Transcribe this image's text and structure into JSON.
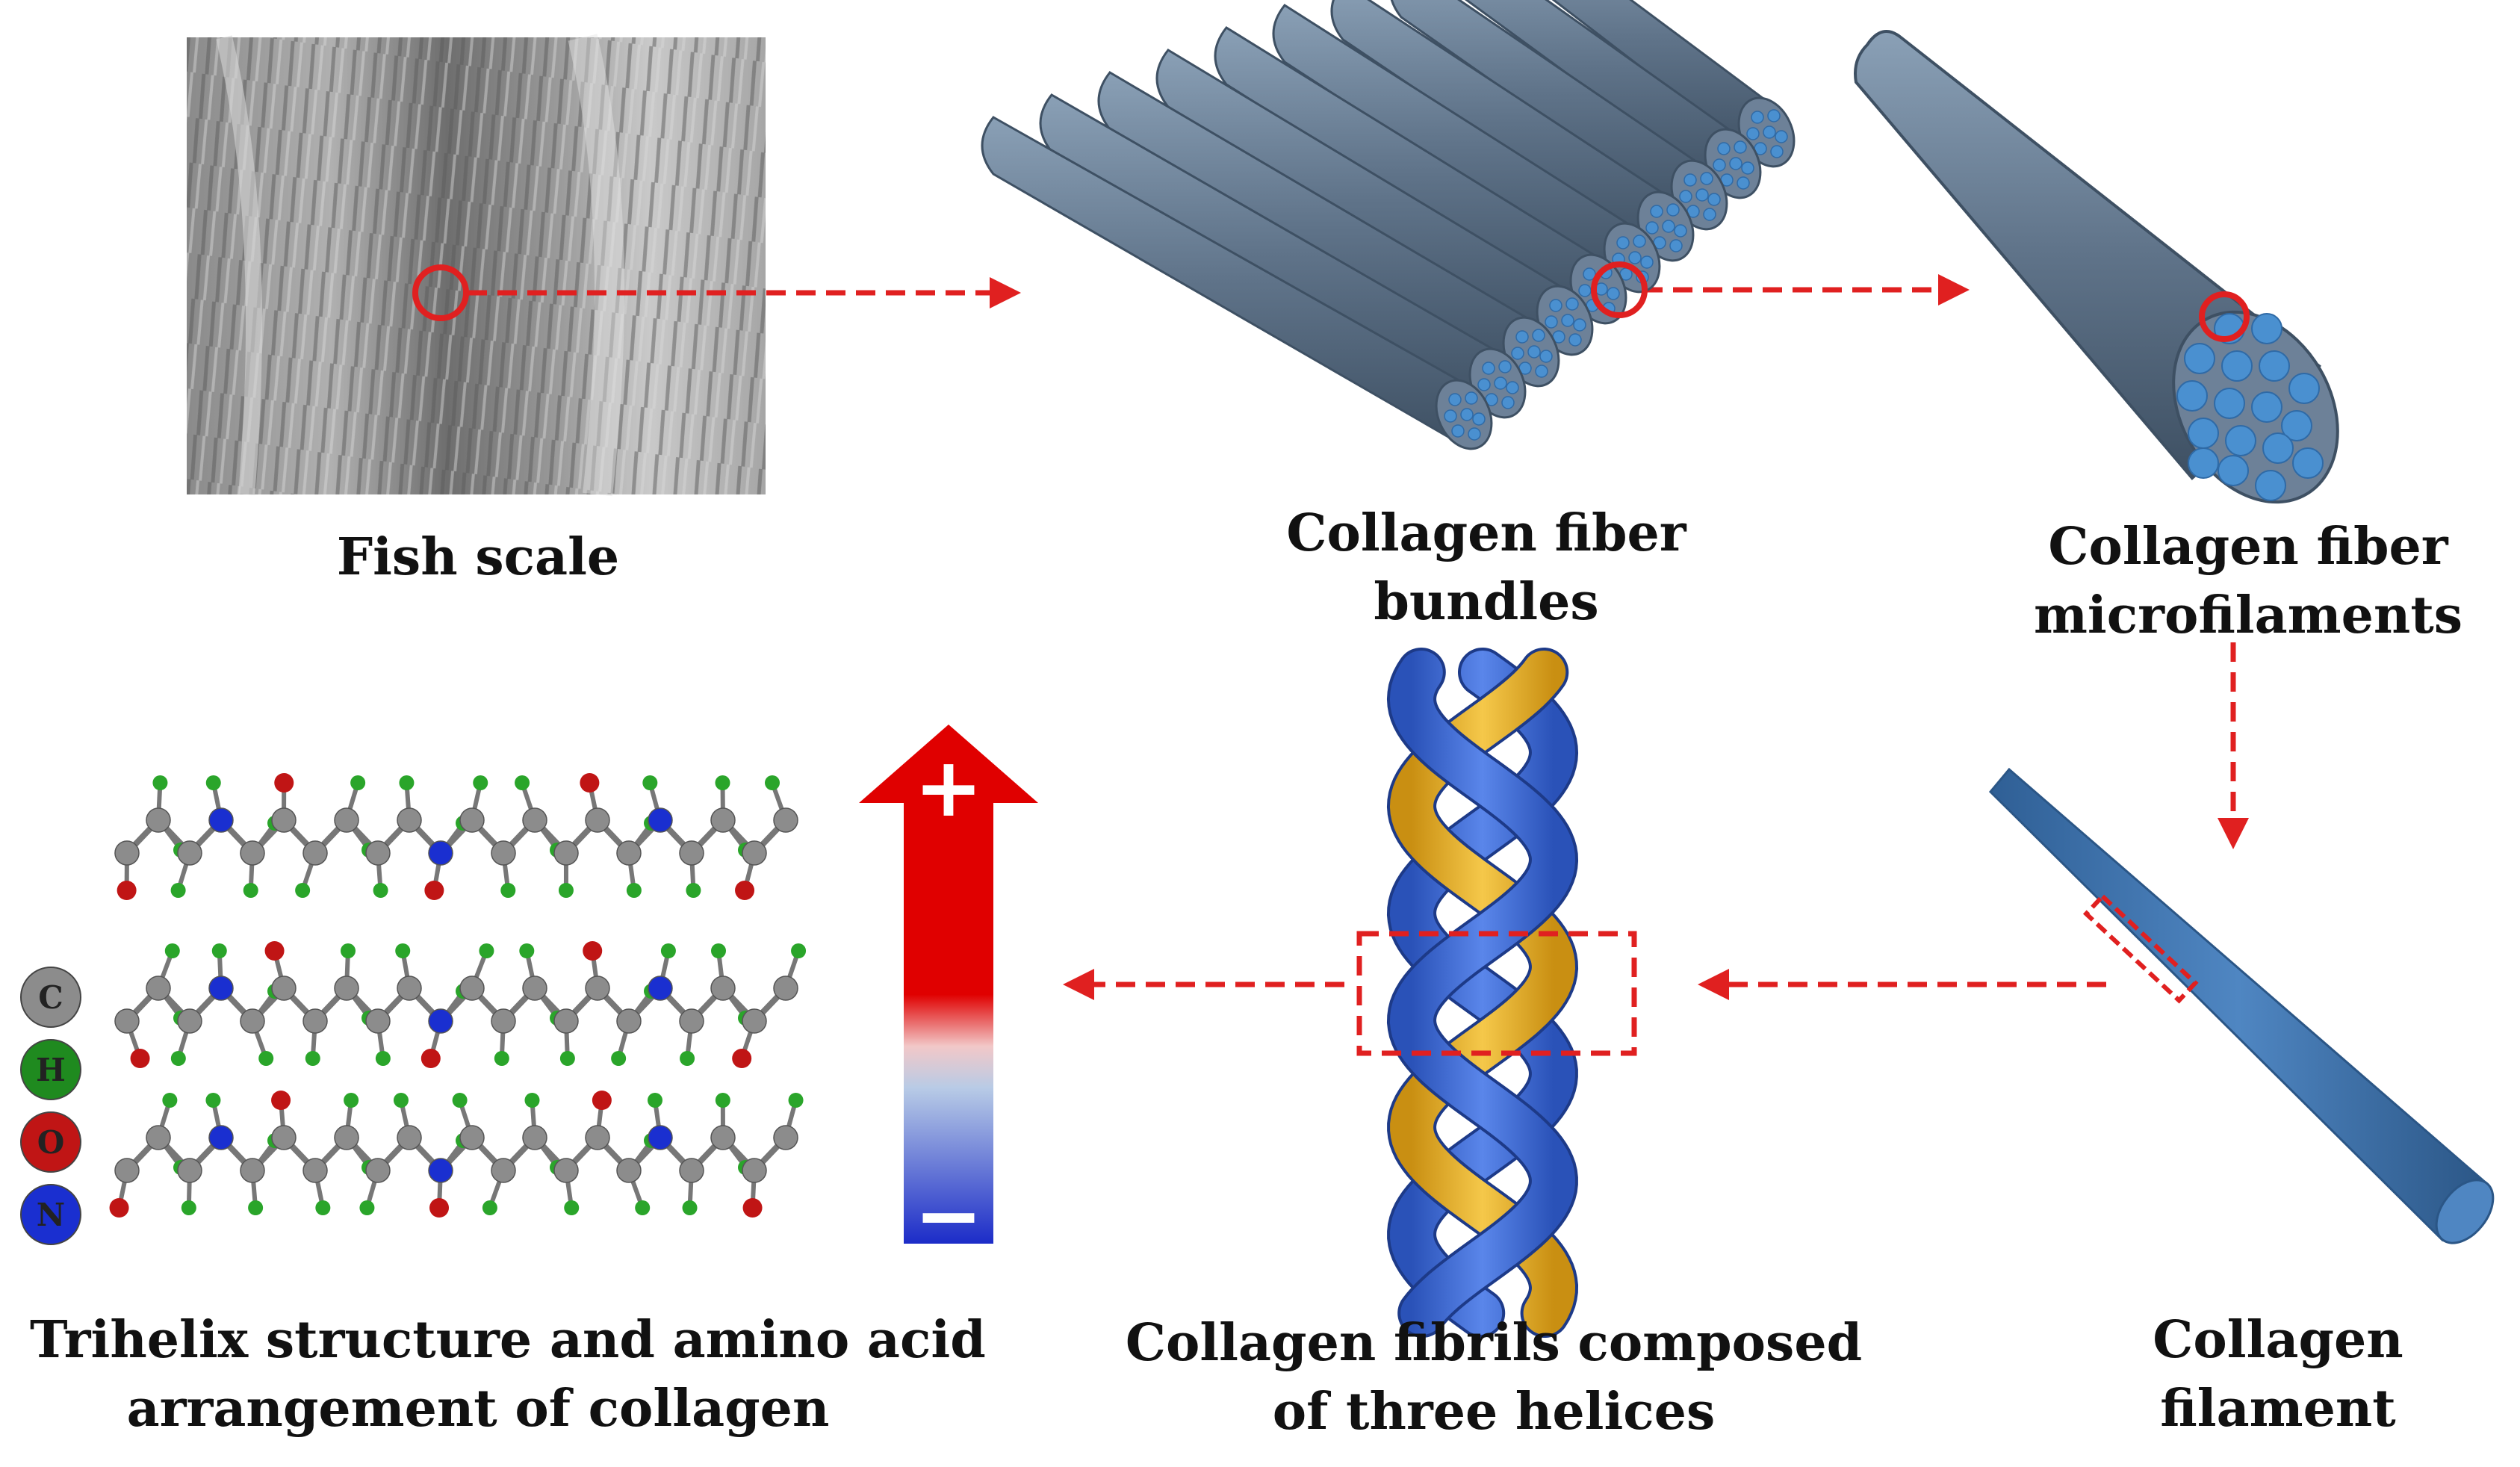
{
  "captions": {
    "fish_scale": "Fish scale",
    "fiber_bundles": [
      "Collagen fiber",
      "bundles"
    ],
    "fiber_microfilaments": [
      "Collagen fiber",
      "microfilaments"
    ],
    "collagen_filament": [
      "Collagen",
      "filament"
    ],
    "fibrils": [
      "Collagen fibrils composed",
      "of three helices"
    ],
    "trihelix": [
      "Trihelix structure and amino acid",
      "arrangement of collagen"
    ]
  },
  "legend": [
    {
      "symbol": "C",
      "color": "#8c8c8c"
    },
    {
      "symbol": "H",
      "color": "#1f8a1f"
    },
    {
      "symbol": "O",
      "color": "#c01515"
    },
    {
      "symbol": "N",
      "color": "#1a2fd0"
    }
  ],
  "scale_bar": {
    "plus": "+",
    "minus": "−",
    "top_color": "#e00000",
    "bottom_color": "#1c2cc8"
  },
  "colors": {
    "arrow": "#e02020",
    "fiber": "#5f7389",
    "fiber_dark": "#3e5063",
    "fibril_dot": "#4a90d0",
    "helix_blue": "#3f6ed8",
    "helix_gold": "#e7b02e",
    "filament": "#3d73b0"
  }
}
